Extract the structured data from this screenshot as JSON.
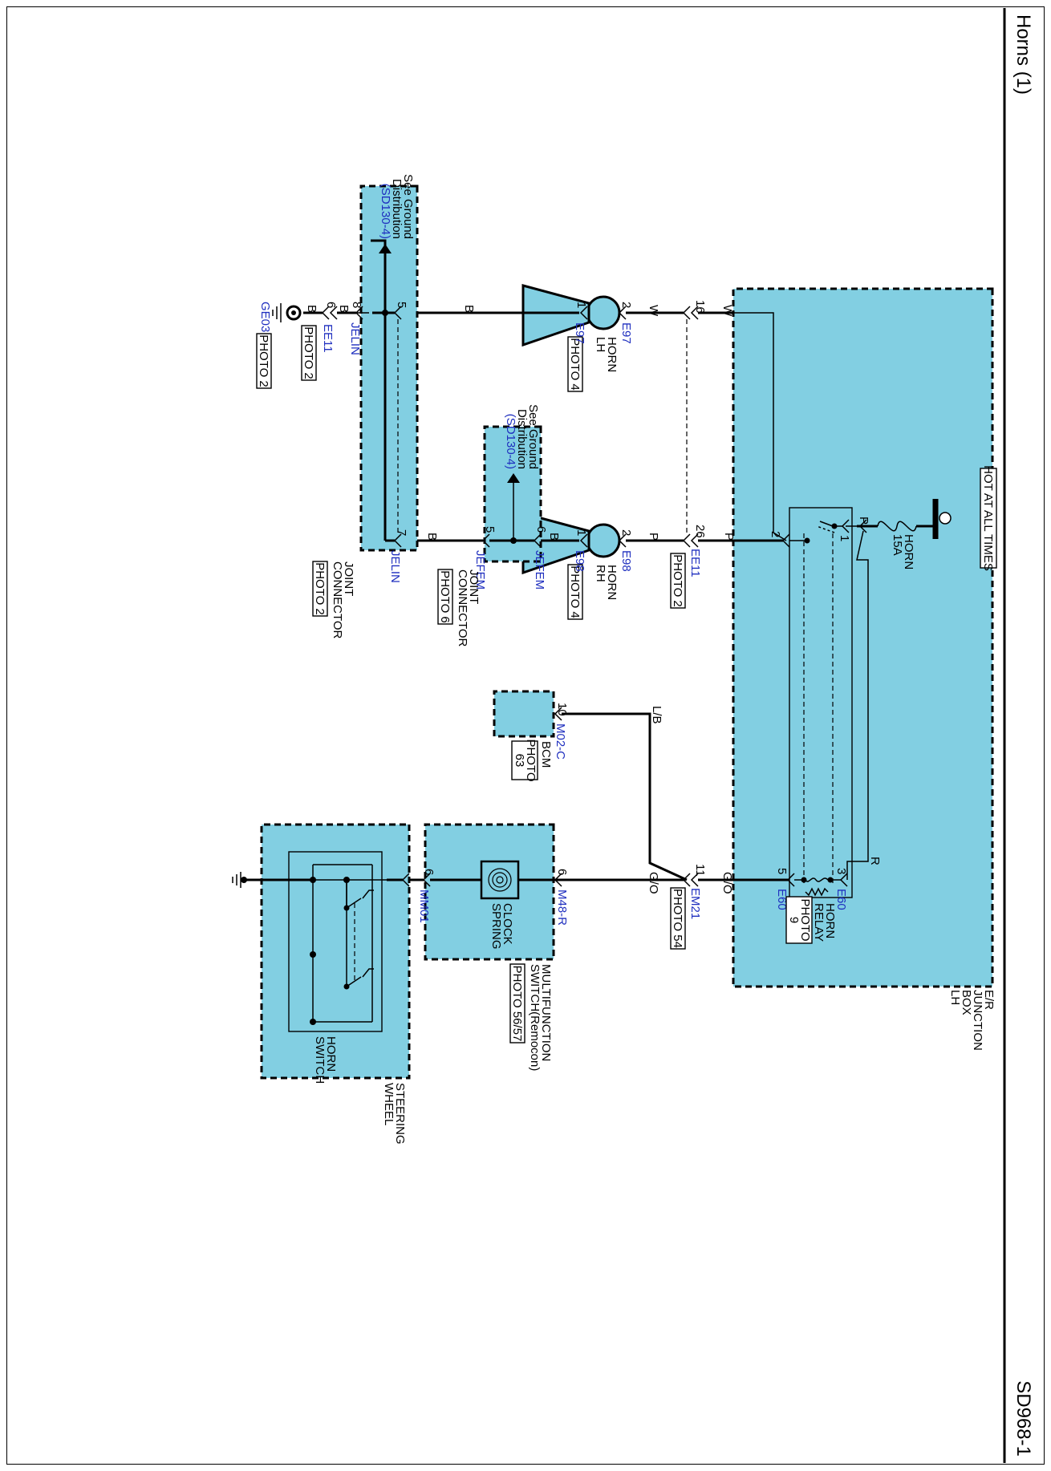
{
  "header": {
    "title": "Horns (1)",
    "code": "SD968-1"
  },
  "diagram": {
    "power": {
      "label": "HOT AT ALL TIMES"
    },
    "fuse": {
      "name": "HORN",
      "rating": "15A"
    },
    "er_junction_box": {
      "label_lines": [
        "E/R",
        "JUNCTION",
        "BOX",
        "LH"
      ]
    },
    "horn_relay": {
      "label_lines": [
        "HORN",
        "RELAY"
      ],
      "photo_lines": [
        "PHOTO",
        "9"
      ],
      "connector": "E60",
      "pin_1": "1",
      "pin_2": "2",
      "pin_3": "3",
      "pin_5": "5"
    },
    "wires": {
      "w_fuse": "P",
      "w_relay_out": "P",
      "w_horn_lh": "W",
      "w_horn_lh_b": "W",
      "w_horn_rh": "P",
      "w_gnd_lh": "B",
      "w_gnd_rh": "B",
      "w_gnd_rh2": "B",
      "w_ee11": "B",
      "w_ee11_b": "B",
      "w_relay_coil": "R",
      "w_coil_out": "G/O",
      "w_em21_out": "G/O",
      "w_bcm": "L/B"
    },
    "ee11_upper": {
      "connector": "EE11",
      "photo": "PHOTO 2",
      "pin_16": "16",
      "pin_26": "26"
    },
    "horn_lh": {
      "label_lines": [
        "HORN",
        "LH"
      ],
      "photo": "PHOTO 4",
      "connector": "E97",
      "pin_1": "1",
      "pin_2": "2"
    },
    "horn_rh": {
      "label_lines": [
        "HORN",
        "RH"
      ],
      "photo": "PHOTO 4",
      "connector": "E98",
      "pin_1": "1",
      "pin_2": "2"
    },
    "jefem": {
      "label_lines": [
        "JOINT",
        "CONNECTOR"
      ],
      "photo": "PHOTO 6",
      "conn_top": "JEFEM",
      "conn_bottom": "JEFEM",
      "pin_6": "6",
      "pin_5": "5",
      "note_lines": [
        "See Ground",
        "Distribution"
      ],
      "note_ref": "(SD130-4)"
    },
    "jelin": {
      "label_lines": [
        "JOINT",
        "CONNECTOR"
      ],
      "photo": "PHOTO 2",
      "conn_top": "JELIN",
      "conn_bottom": "JELIN",
      "pin_5": "5",
      "pin_7": "7",
      "pin_8": "8",
      "note_lines": [
        "See Ground",
        "Distribution"
      ],
      "note_ref": "(SD130-4)"
    },
    "ee11_lower": {
      "connector": "EE11",
      "photo": "PHOTO 2",
      "pin": "6"
    },
    "ground": {
      "name": "GE03",
      "photo": "PHOTO 2"
    },
    "bcm": {
      "label": "BCM",
      "photo_lines": [
        "PHOTO",
        "63"
      ],
      "connector": "M02-C",
      "pin": "10"
    },
    "em21": {
      "connector": "EM21",
      "photo": "PHOTO 54",
      "pin": "11"
    },
    "multifunction": {
      "label_lines": [
        "MULTIFUNCTION",
        "SWITCH(Remocon)"
      ],
      "photo": "PHOTO 56/57",
      "spring_lines": [
        "CLOCK",
        "SPRING"
      ],
      "conn_top": "M48-R",
      "conn_bottom": "MM01",
      "pin_top": "6",
      "pin_bottom": "6"
    },
    "steering": {
      "label_lines": [
        "STEERING",
        "WHEEL"
      ],
      "switch_lines": [
        "HORN",
        "SWITCH"
      ]
    }
  }
}
